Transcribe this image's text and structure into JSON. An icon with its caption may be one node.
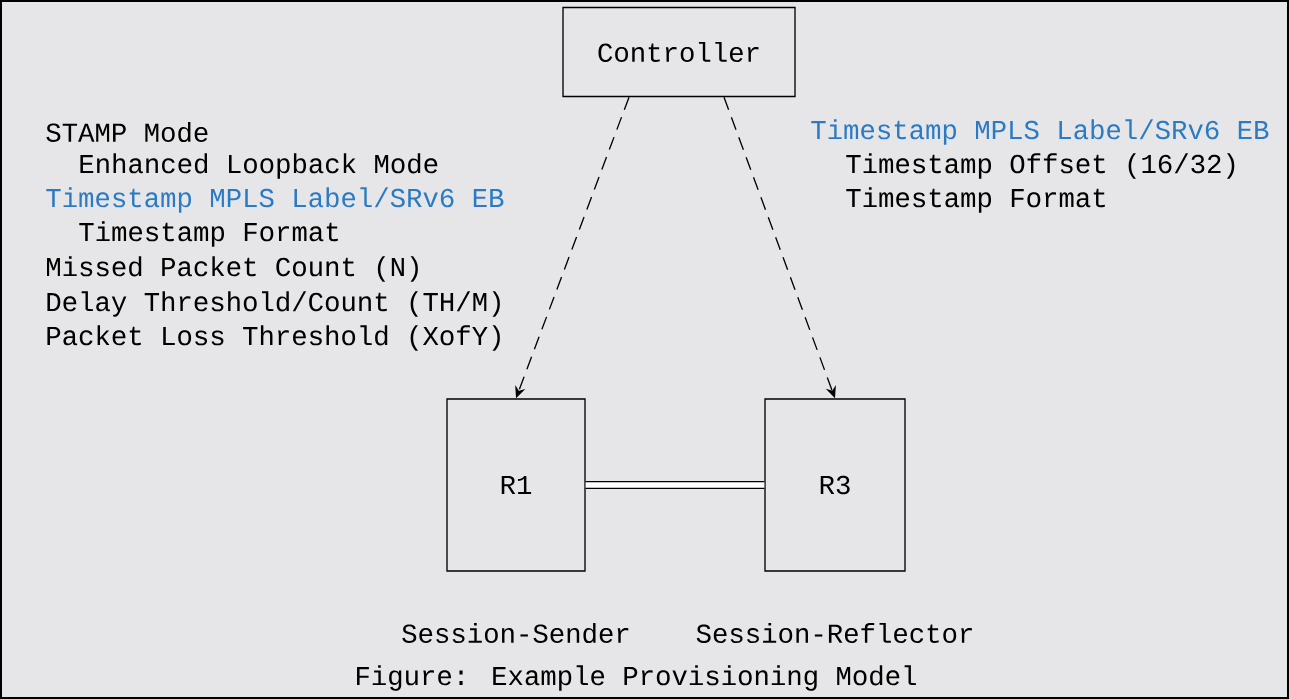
{
  "diagram": {
    "caption": "Figure: Example Provisioning Model",
    "nodes": [
      {
        "text": [
          "Controller"
        ]
      },
      {
        "text": [
          "R1"
        ],
        "beside": [
          "Session-Sender"
        ]
      },
      {
        "text": [
          "R3"
        ],
        "beside": [
          "Session-Reflector"
        ]
      }
    ],
    "edges": [
      {
        "from": 0,
        "to": 1,
        "arrow": "to",
        "style": "dashed"
      },
      {
        "from": 0,
        "to": 2,
        "arrow": "to",
        "style": "dashed"
      },
      {
        "from": 1,
        "to": 2,
        "arrow": "none",
        "style": "thick"
      }
    ],
    "labels": [
      "STAMP Mode",
      "Enhanced Loopback Mode",
      "Timestamp MPLS Label/SRv6 EB",
      "Timestamp Format",
      "Missed Packet Count (N)",
      "Delay Threshold/Count (TH/M)",
      "Packet Loss Threshold (XofY)",
      "Timestamp MPLS Label/SRv6 EB",
      "Timestamp Offset (16/32)",
      "Timestamp Format"
    ]
  }
}
